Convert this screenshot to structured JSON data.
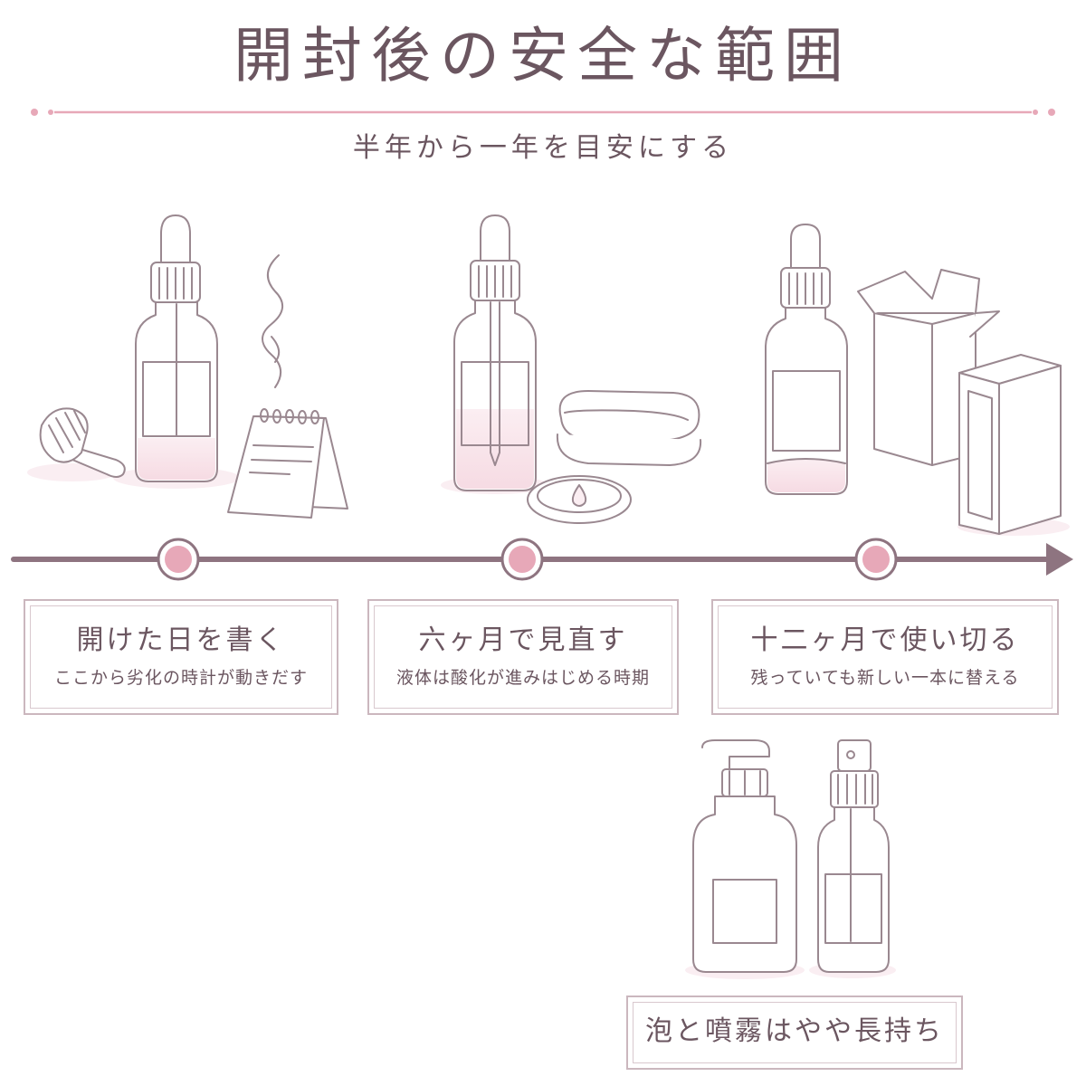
{
  "title": "開封後の安全な範囲",
  "subtitle": "半年から一年を目安にする",
  "timeline": {
    "steps": [
      {
        "title": "開けた日を書く",
        "description": "ここから劣化の時計が動きだす"
      },
      {
        "title": "六ヶ月で見直す",
        "description": "液体は酸化が進みはじめる時期"
      },
      {
        "title": "十二ヶ月で使い切る",
        "description": "残っていても新しい一本に替える"
      }
    ]
  },
  "note": {
    "text": "泡と噴霧はやや長持ち"
  },
  "colors": {
    "accent_pink": "#e7a8b8",
    "line": "#8e7480",
    "text": "#6b5660",
    "sketch": "#9a8890"
  }
}
